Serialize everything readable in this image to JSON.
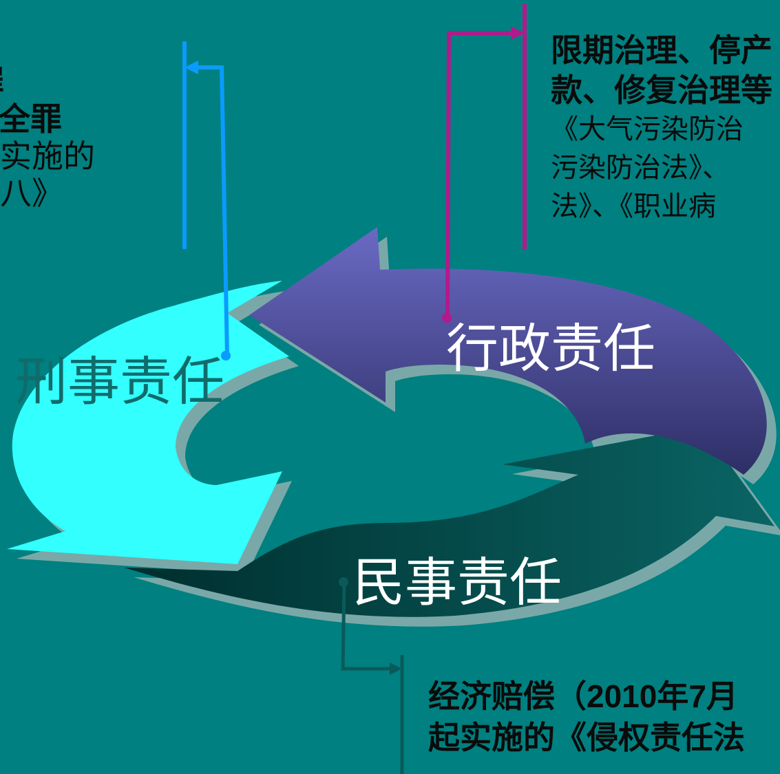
{
  "cycle": {
    "criminal": "刑事责任",
    "administrative": "行政责任",
    "civil": "民事责任"
  },
  "criminal_note": {
    "lines": [
      "罪",
      "安全罪",
      "日实施的",
      "案八》"
    ]
  },
  "admin_note": {
    "lines": [
      "限期治理、停产",
      "款、修复治理等",
      "《大气污染防治",
      "污染防治法》、",
      "法》、《职业病"
    ]
  },
  "civil_note": {
    "line1_a": "经济赔偿（",
    "line1_b": "2010",
    "line1_c": "年",
    "line1_d": "7",
    "line1_e": "月",
    "line2": "起实施的《侵权责任法"
  },
  "colors": {
    "background": "#008080",
    "criminal_arrow": "#33ffff",
    "admin_arrow": "#5e5ea8",
    "civil_arrow": "#005050",
    "criminal_connector": "#0a9bff",
    "admin_connector": "#b21a8c",
    "civil_connector": "#0a5a5a"
  }
}
